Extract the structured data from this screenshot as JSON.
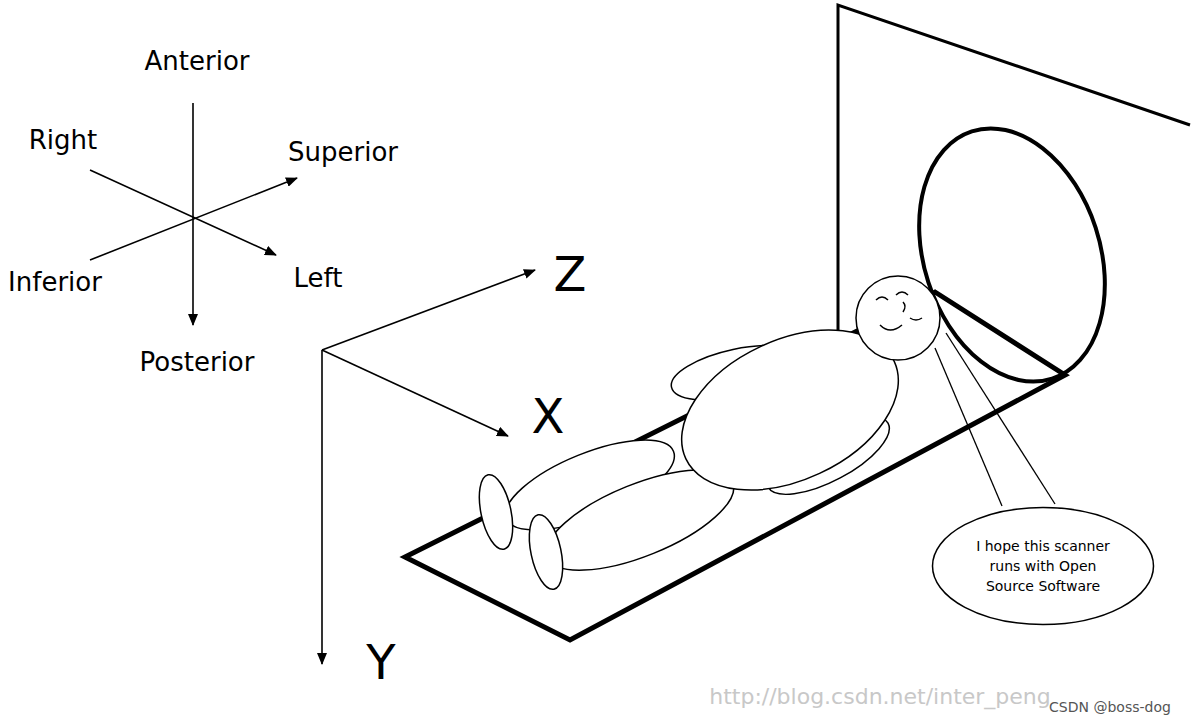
{
  "diagram": {
    "nodes": [
      {
        "text": [
          "I hope this scanner runs with Open Source Software"
        ]
      }
    ],
    "labels": [
      "Anterior",
      "Right",
      "Superior",
      "Inferior",
      "Left",
      "Posterior",
      "Z",
      "X",
      "Y",
      "http://blog.csdn.net/inter_peng",
      "CSDN @boss-dog"
    ]
  }
}
